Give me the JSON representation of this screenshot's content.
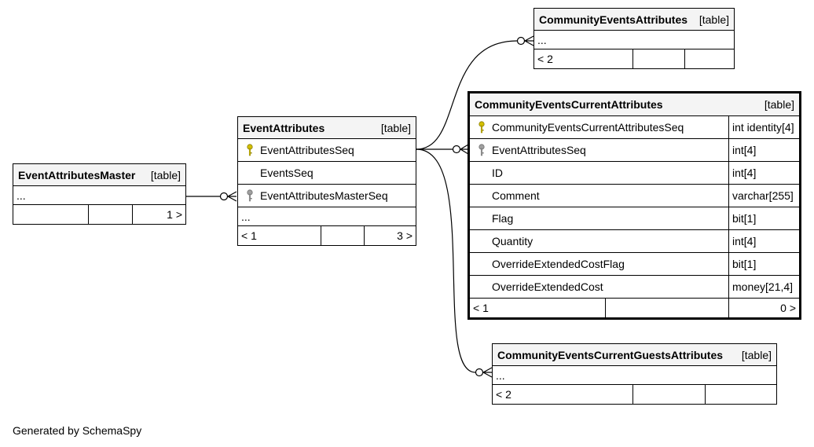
{
  "tag": "[table]",
  "tables": {
    "master": {
      "name": "EventAttributesMaster",
      "ellipsis": "...",
      "footer_right": "1 >"
    },
    "event_attributes": {
      "name": "EventAttributes",
      "columns": [
        "EventAttributesSeq",
        "EventsSeq",
        "EventAttributesMasterSeq"
      ],
      "ellipsis": "...",
      "footer_left": "< 1",
      "footer_right": "3 >"
    },
    "community_events_attributes": {
      "name": "CommunityEventsAttributes",
      "ellipsis": "...",
      "footer_left": "< 2"
    },
    "community_events_current_attributes": {
      "name": "CommunityEventsCurrentAttributes",
      "columns": [
        {
          "name": "CommunityEventsCurrentAttributesSeq",
          "type": "int identity[4]",
          "key": "primary"
        },
        {
          "name": "EventAttributesSeq",
          "type": "int[4]",
          "key": "foreign"
        },
        {
          "name": "ID",
          "type": "int[4]"
        },
        {
          "name": "Comment",
          "type": "varchar[255]"
        },
        {
          "name": "Flag",
          "type": "bit[1]"
        },
        {
          "name": "Quantity",
          "type": "int[4]"
        },
        {
          "name": "OverrideExtendedCostFlag",
          "type": "bit[1]"
        },
        {
          "name": "OverrideExtendedCost",
          "type": "money[21,4]"
        }
      ],
      "footer_left": "< 1",
      "footer_right": "0 >"
    },
    "community_events_current_guests_attributes": {
      "name": "CommunityEventsCurrentGuestsAttributes",
      "ellipsis": "...",
      "footer_left": "< 2"
    }
  },
  "icons": {
    "primary_key": "key-gold-icon",
    "foreign_key": "key-gray-icon",
    "primary_key_color": "#d4c000",
    "foreign_key_color": "#a0a0a0"
  },
  "credit": "Generated by SchemaSpy"
}
